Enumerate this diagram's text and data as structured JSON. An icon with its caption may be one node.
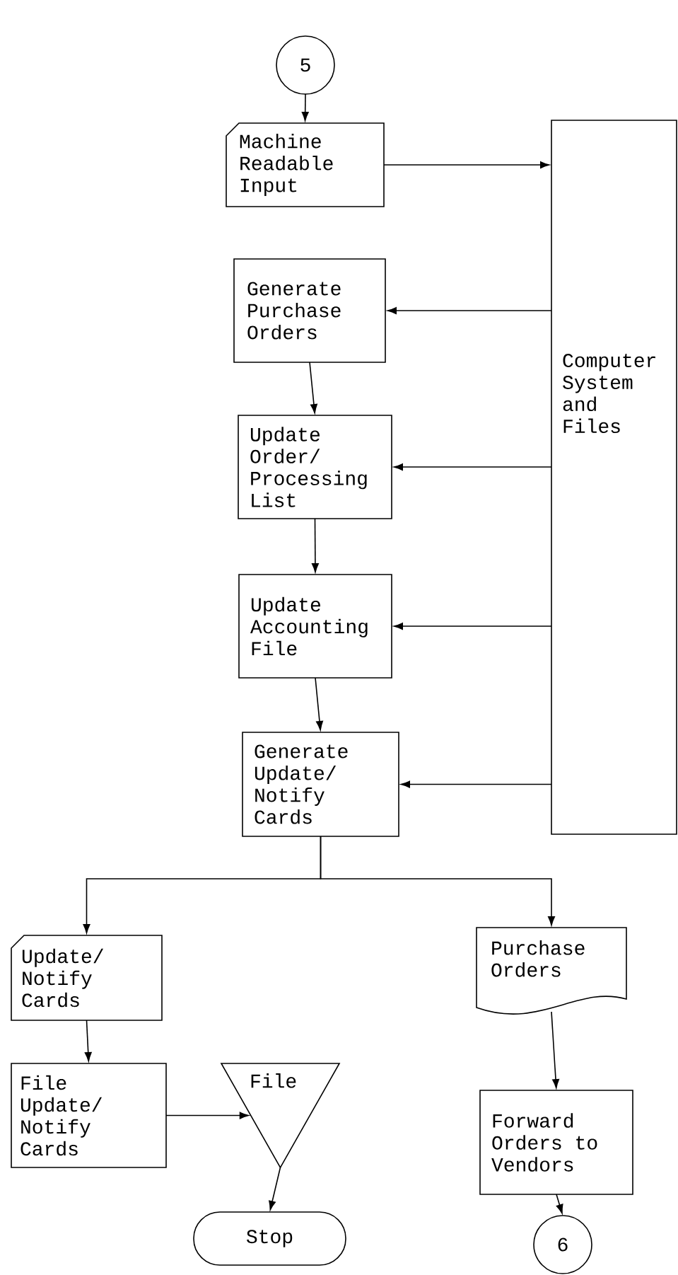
{
  "diagram": {
    "nodes": [
      {
        "text": [
          "5"
        ]
      },
      {
        "text": [
          "Machine Readable Input"
        ]
      },
      {
        "text": [
          "Computer System and Files"
        ]
      },
      {
        "text": [
          "Generate Purchase Orders"
        ]
      },
      {
        "text": [
          "Update Order/ Processing List"
        ]
      },
      {
        "text": [
          "Update Accounting File"
        ]
      },
      {
        "text": [
          "Generate Update/ Notify Cards"
        ]
      },
      {
        "text": [
          "Update/ Notify Cards"
        ]
      },
      {
        "text": [
          "Purchase Orders"
        ]
      },
      {
        "text": [
          "File Update/ Notify Cards"
        ]
      },
      {
        "text": [
          "File"
        ]
      },
      {
        "text": [
          "Forward Orders to Vendors"
        ]
      },
      {
        "text": [
          "Stop"
        ]
      },
      {
        "text": [
          "6"
        ]
      }
    ],
    "edges": [
      {
        "from": 0,
        "to": 1,
        "arrow": "to"
      },
      {
        "from": 1,
        "to": 2,
        "arrow": "to"
      },
      {
        "from": 2,
        "to": 3,
        "arrow": "to"
      },
      {
        "from": 3,
        "to": 4,
        "arrow": "to"
      },
      {
        "from": 2,
        "to": 4,
        "arrow": "to"
      },
      {
        "from": 4,
        "to": 5,
        "arrow": "to"
      },
      {
        "from": 2,
        "to": 5,
        "arrow": "to"
      },
      {
        "from": 5,
        "to": 6,
        "arrow": "to"
      },
      {
        "from": 2,
        "to": 6,
        "arrow": "to"
      },
      {
        "from": 6,
        "to": 7,
        "arrow": "to"
      },
      {
        "from": 6,
        "to": 8,
        "arrow": "to"
      },
      {
        "from": 7,
        "to": 9,
        "arrow": "to"
      },
      {
        "from": 9,
        "to": 10,
        "arrow": "to"
      },
      {
        "from": 10,
        "to": 12,
        "arrow": "to"
      },
      {
        "from": 8,
        "to": 11,
        "arrow": "to"
      },
      {
        "from": 11,
        "to": 13,
        "arrow": "to"
      }
    ]
  }
}
